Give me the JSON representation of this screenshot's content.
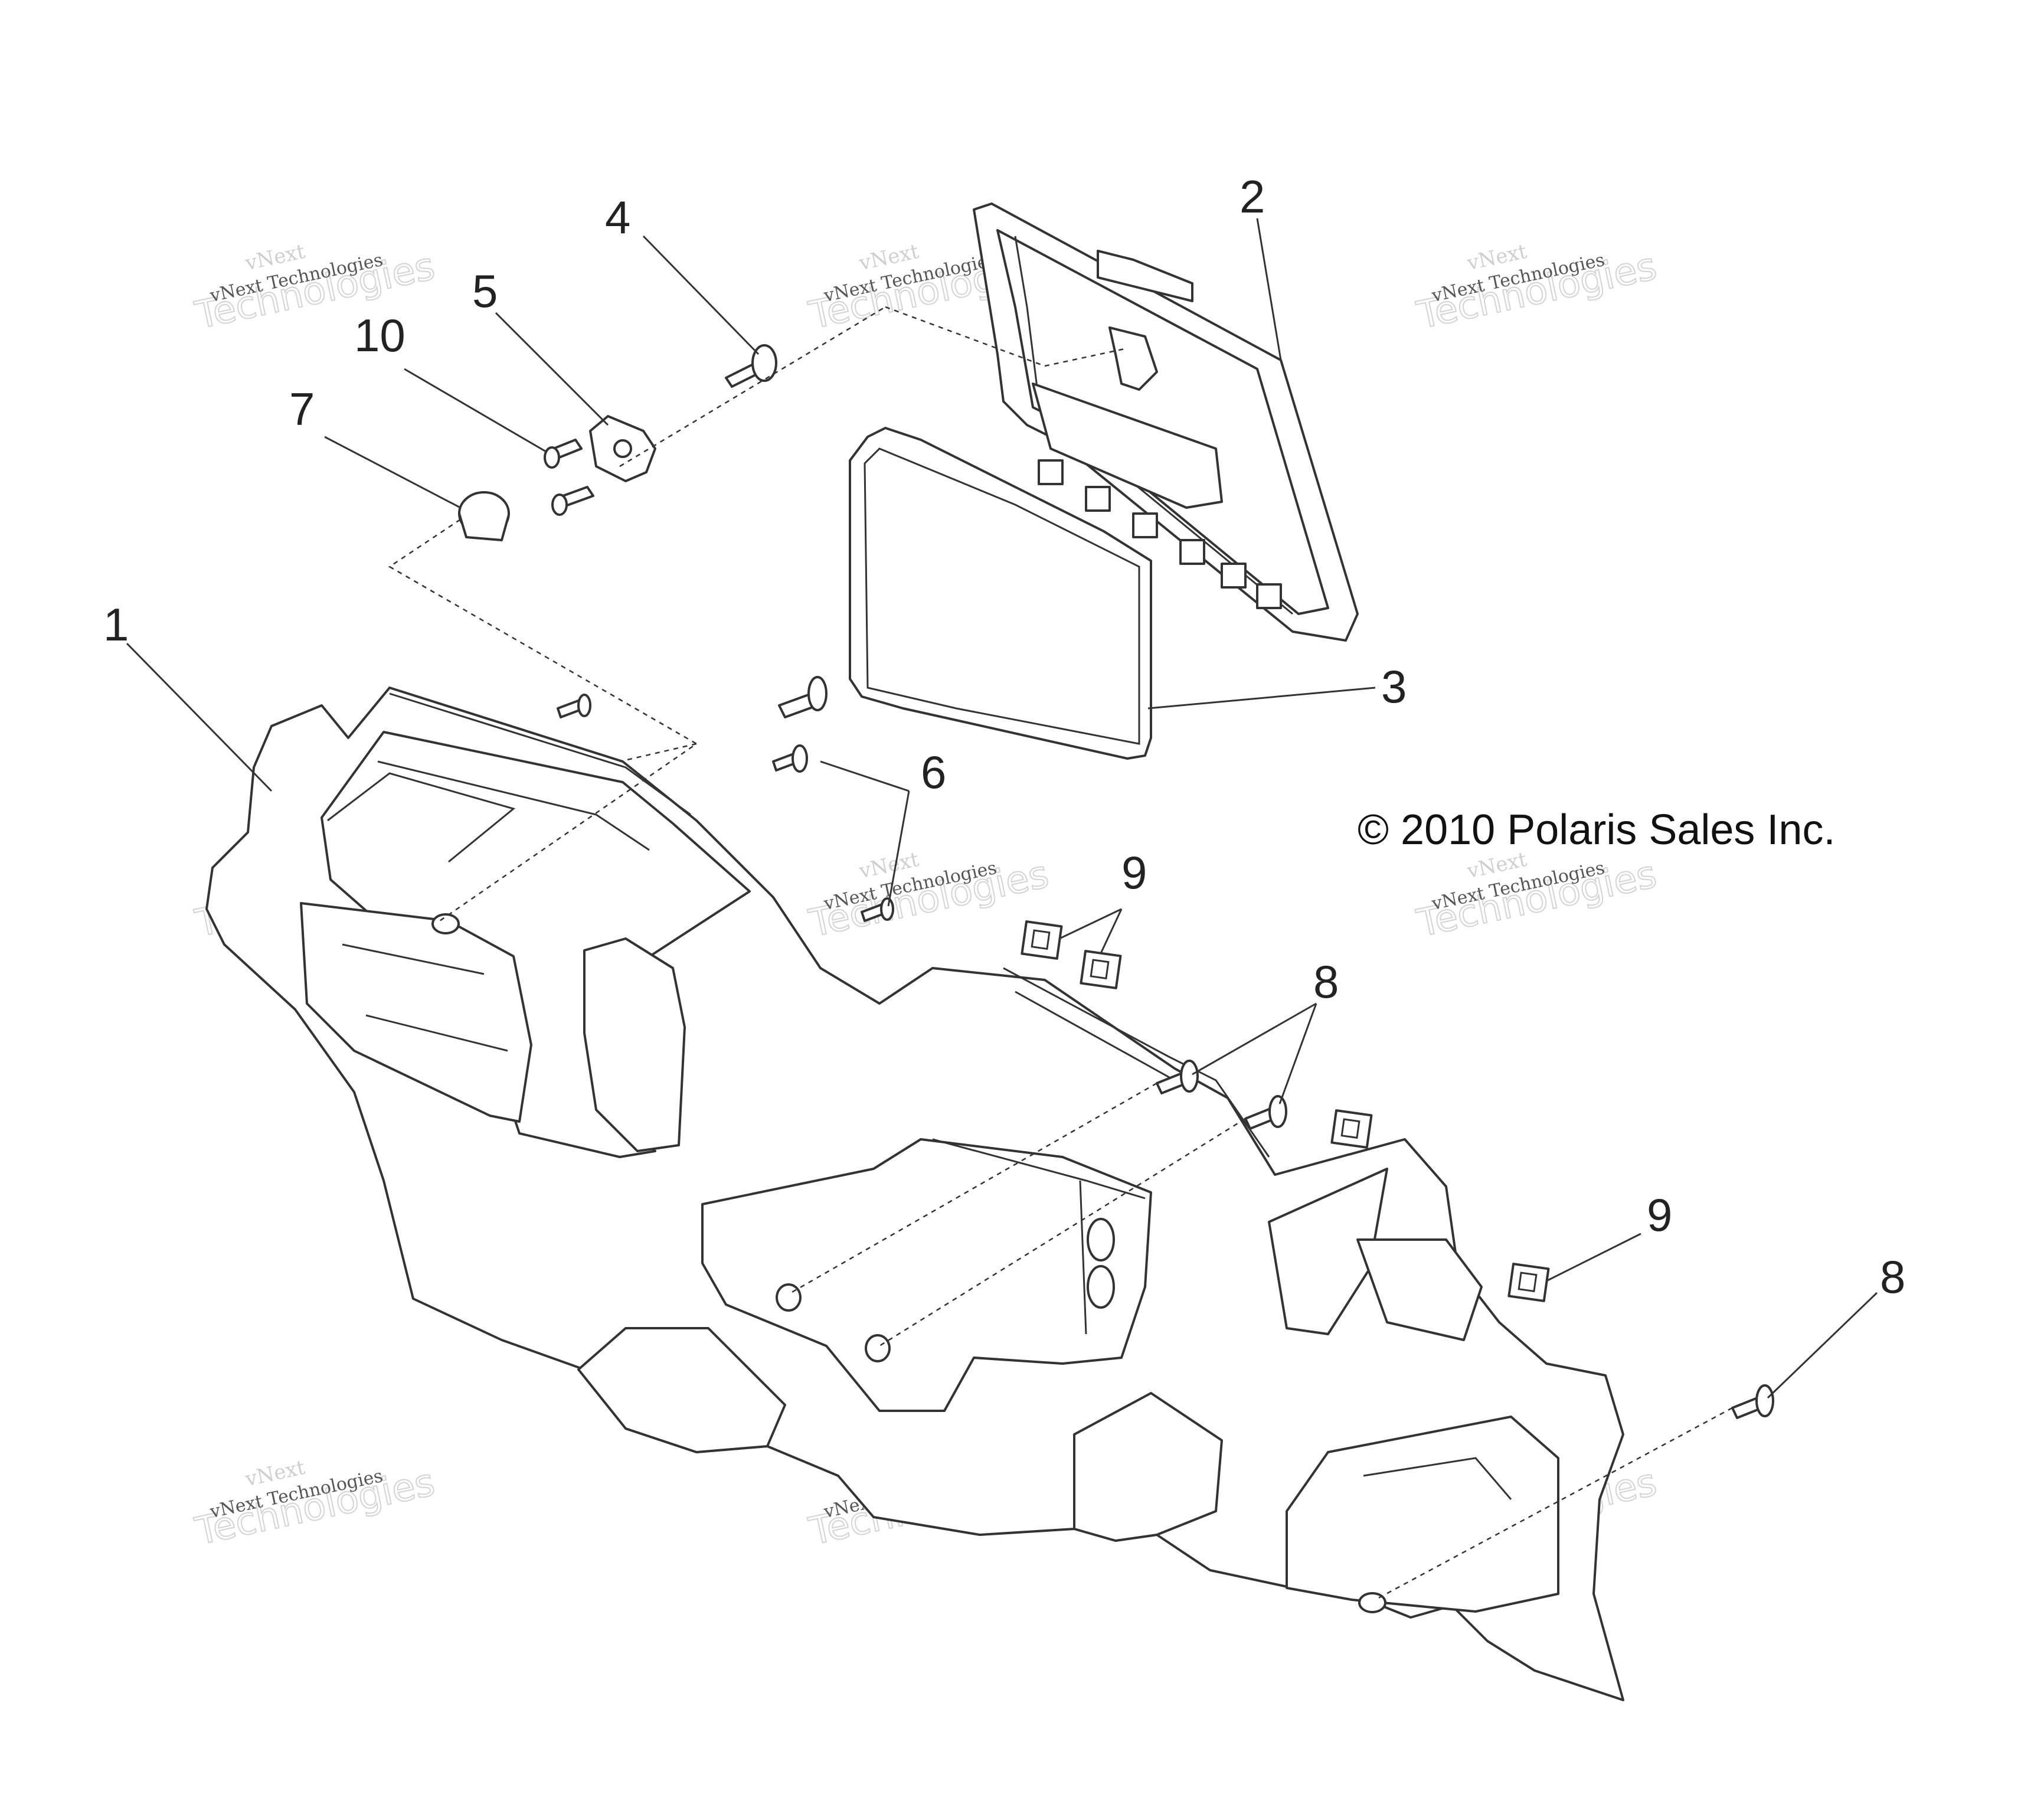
{
  "copyright": "© 2010 Polaris Sales Inc.",
  "callouts": [
    "1",
    "2",
    "3",
    "4",
    "5",
    "6",
    "7",
    "8",
    "8",
    "9",
    "9",
    "10"
  ],
  "watermark": {
    "line1": "vNext",
    "line2": "Technologies",
    "line3": "vNext Technologies"
  }
}
